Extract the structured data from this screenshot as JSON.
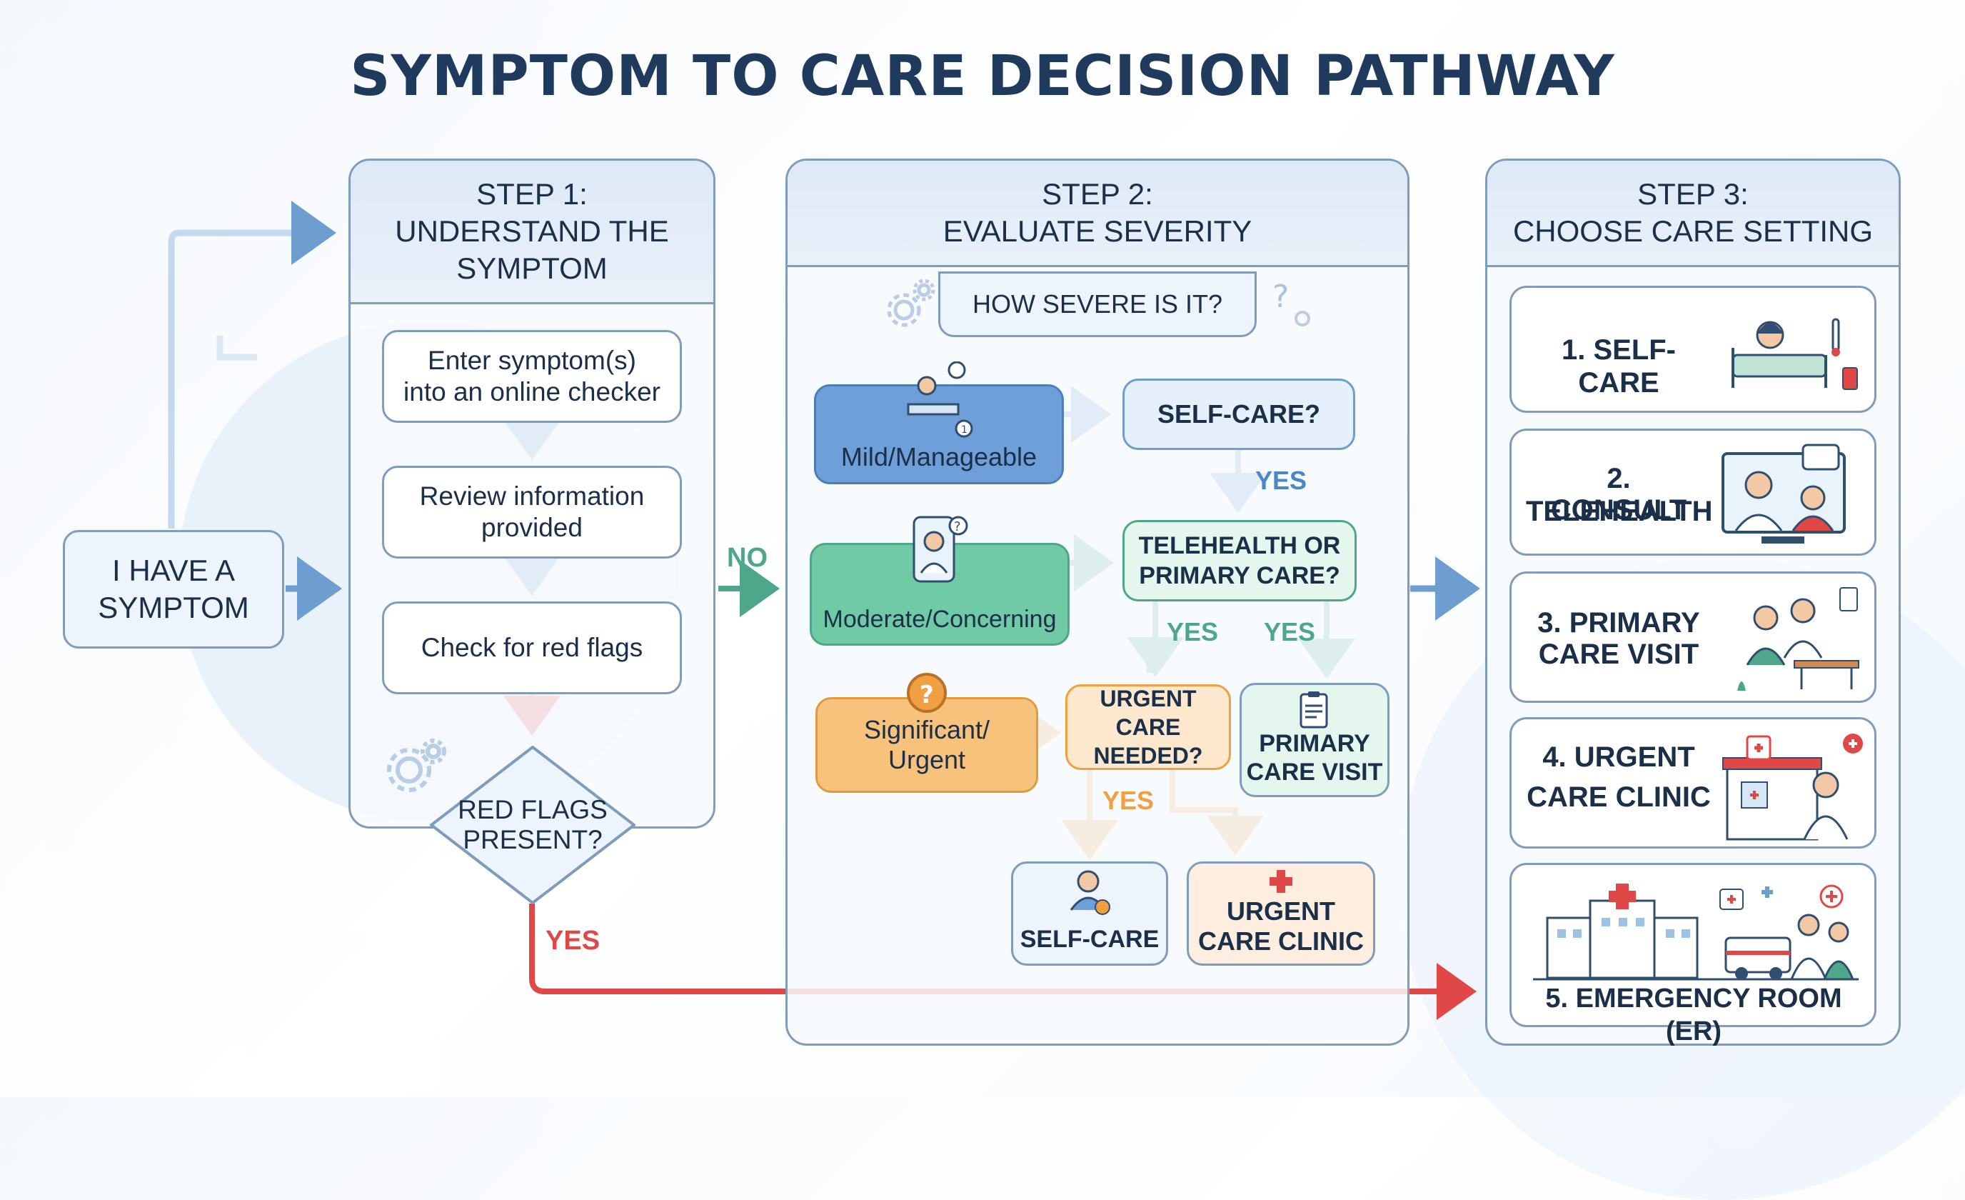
{
  "title": "SYMPTOM TO CARE DECISION PATHWAY",
  "start": {
    "line1": "I HAVE A",
    "line2": "SYMPTOM"
  },
  "step1": {
    "label": "STEP 1:",
    "line1": "UNDERSTAND THE",
    "line2": "SYMPTOM",
    "items": [
      {
        "line1": "Enter symptom(s)",
        "line2": "into an online checker"
      },
      {
        "line1": "Review information",
        "line2": "provided"
      },
      {
        "line1": "Check for red flags",
        "line2": ""
      }
    ],
    "decision": {
      "line1": "RED FLAGS",
      "line2": "PRESENT?"
    }
  },
  "step2": {
    "label": "STEP 2:",
    "line1": "EVALUATE SEVERITY",
    "question": "HOW SEVERE IS IT?",
    "mild": "Mild/Manageable",
    "moderate": "Moderate/Concerning",
    "significant": {
      "line1": "Significant/",
      "line2": "Urgent"
    },
    "selfcare_q": "SELF-CARE?",
    "tele_q": {
      "line1": "TELEHEALTH OR",
      "line2": "PRIMARY CARE?"
    },
    "urgent_q": {
      "line1": "URGENT CARE",
      "line2": "NEEDED?"
    },
    "primary_visit": {
      "line1": "PRIMARY",
      "line2": "CARE VISIT"
    },
    "selfcare_out": "SELF-CARE",
    "urgent_out": {
      "line1": "URGENT",
      "line2": "CARE CLINIC"
    }
  },
  "step3": {
    "label": "STEP 3:",
    "line1": "CHOOSE CARE SETTING",
    "options": [
      {
        "line1": "1. SELF-CARE",
        "line2": ""
      },
      {
        "line1": "2. TELEHEALTH",
        "line2": "CONSULT"
      },
      {
        "line1": "3. PRIMARY",
        "line2": "CARE VISIT"
      },
      {
        "line1": "4. URGENT",
        "line2": "CARE CLINIC"
      },
      {
        "line1": "5. EMERGENCY ROOM (ER)",
        "line2": ""
      }
    ],
    "urgent_sign": "URGENT CARE"
  },
  "labels": {
    "no": "NO",
    "yes": "YES"
  },
  "colors": {
    "title": "#1f3a5c",
    "blue": "#4a86c8",
    "green": "#4ea78a",
    "orange": "#f0a040",
    "red": "#e04848",
    "panel_border": "#7f9cbd"
  }
}
